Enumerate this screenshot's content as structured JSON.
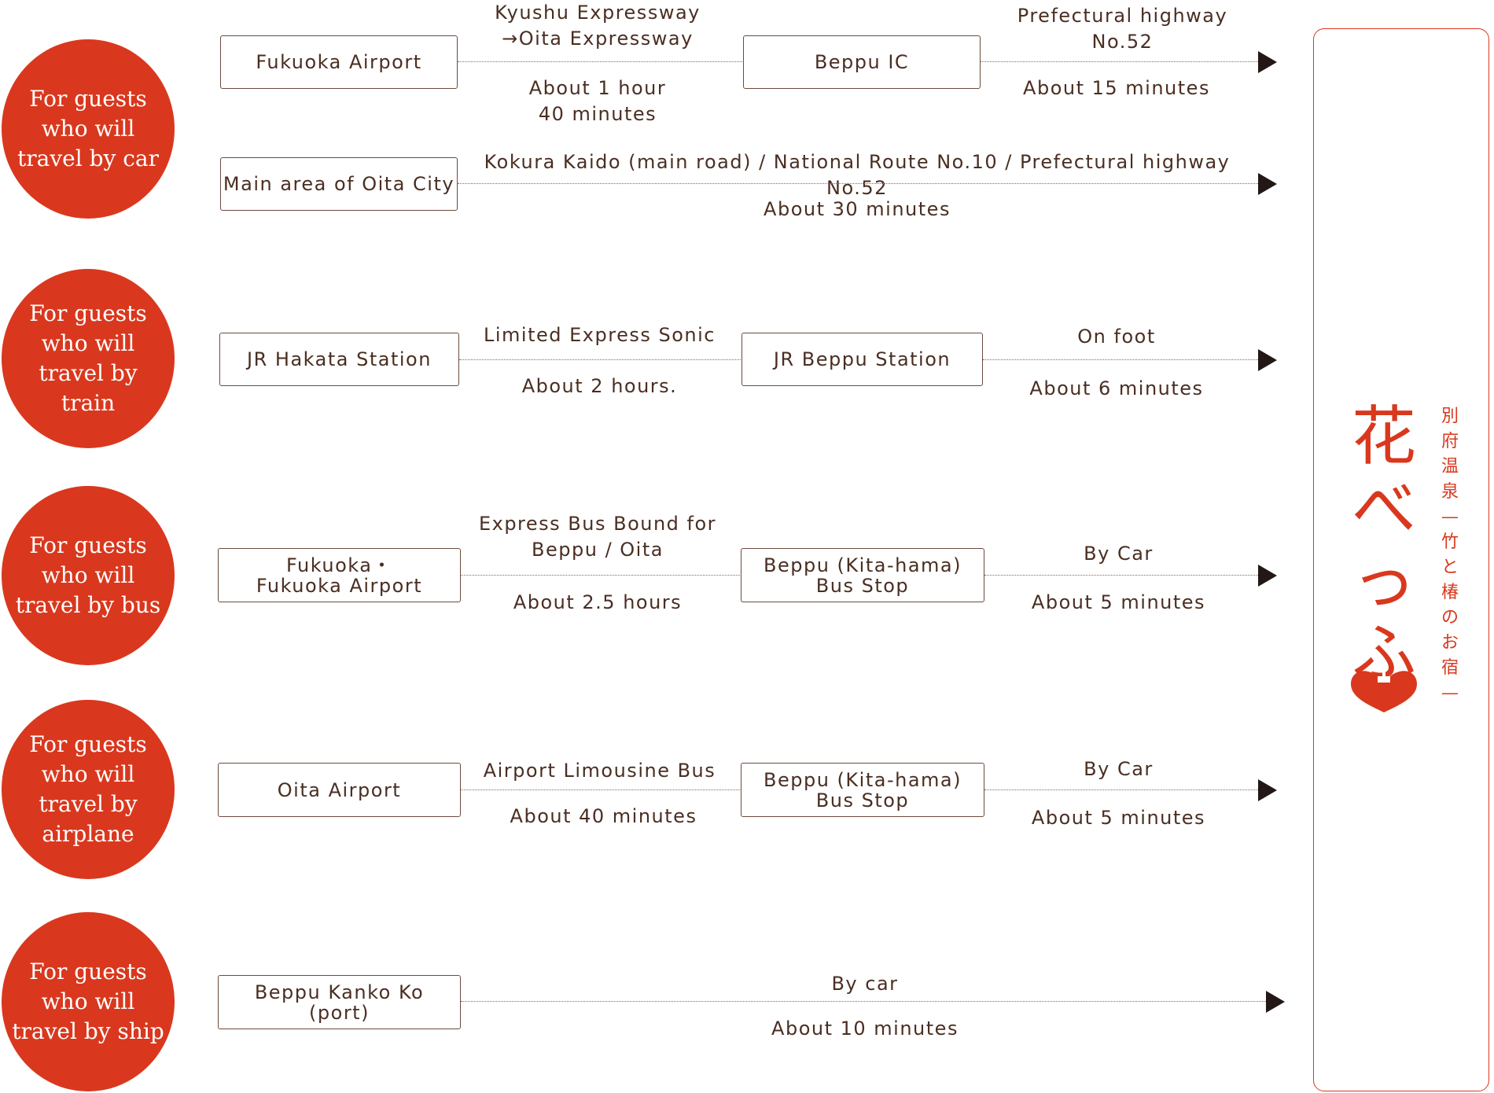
{
  "modes": [
    {
      "label": "For guests\nwho will\ntravel by car"
    },
    {
      "label": "For guests\nwho will\ntravel by train"
    },
    {
      "label": "For guests\nwho will\ntravel by bus"
    },
    {
      "label": "For guests\nwho will\ntravel by\nairplane"
    },
    {
      "label": "For guests\nwho will\ntravel by ship"
    }
  ],
  "routes": {
    "car1": {
      "start": "Fukuoka Airport",
      "leg1_top": "Kyushu Expressway\n→Oita Expressway",
      "leg1_bottom": "About 1 hour\n40 minutes",
      "mid": "Beppu IC",
      "leg2_top": "Prefectural highway\nNo.52",
      "leg2_bottom": "About 15 minutes"
    },
    "car2": {
      "start": "Main area of Oita City",
      "leg_top": "Kokura Kaido (main road) / National Route No.10 / Prefectural highway No.52",
      "leg_bottom": "About 30 minutes"
    },
    "train": {
      "start": "JR Hakata Station",
      "leg1_top": "Limited Express Sonic",
      "leg1_bottom": "About 2 hours.",
      "mid": "JR Beppu Station",
      "leg2_top": "On foot",
      "leg2_bottom": "About 6 minutes"
    },
    "bus": {
      "start": "Fukuoka・\nFukuoka Airport",
      "leg1_top": "Express Bus Bound for\nBeppu / Oita",
      "leg1_bottom": "About 2.5 hours",
      "mid": "Beppu (Kita-hama)\nBus Stop",
      "leg2_top": "By Car",
      "leg2_bottom": "About 5 minutes"
    },
    "airplane": {
      "start": "Oita Airport",
      "leg1_top": "Airport Limousine Bus",
      "leg1_bottom": "About 40 minutes",
      "mid": "Beppu (Kita-hama)\nBus Stop",
      "leg2_top": "By Car",
      "leg2_bottom": "About 5 minutes"
    },
    "ship": {
      "start": "Beppu Kanko Ko\n(port)",
      "leg_top": "By car",
      "leg_bottom": "About 10 minutes"
    }
  },
  "logo": {
    "main": [
      "花",
      "べ",
      "っ",
      "ふ"
    ],
    "sub": [
      "別",
      "府",
      "温",
      "泉",
      "—",
      "竹",
      "と",
      "椿",
      "の",
      "お",
      "宿",
      "—"
    ],
    "colors": {
      "accent": "#d9381e",
      "text": "#4a2e22",
      "arrow": "#231815"
    }
  }
}
